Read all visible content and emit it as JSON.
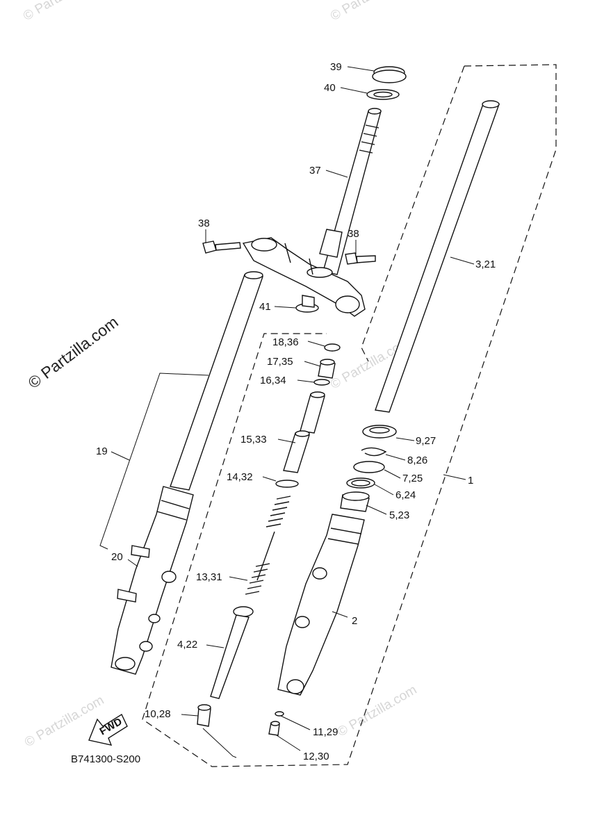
{
  "watermark": "© Partzilla.com",
  "diagram_code": "B741300-S200",
  "fwd_label": "FWD",
  "callouts": {
    "c39": "39",
    "c40": "40",
    "c37": "37",
    "c38a": "38",
    "c38b": "38",
    "c41": "41",
    "c3_21": "3,21",
    "c18_36": "18,36",
    "c17_35": "17,35",
    "c16_34": "16,34",
    "c15_33": "15,33",
    "c14_32": "14,32",
    "c9_27": "9,27",
    "c8_26": "8,26",
    "c7_25": "7,25",
    "c6_24": "6,24",
    "c5_23": "5,23",
    "c1": "1",
    "c19": "19",
    "c20": "20",
    "c13_31": "13,31",
    "c2": "2",
    "c4_22": "4,22",
    "c10_28": "10,28",
    "c11_29": "11,29",
    "c12_30": "12,30"
  }
}
